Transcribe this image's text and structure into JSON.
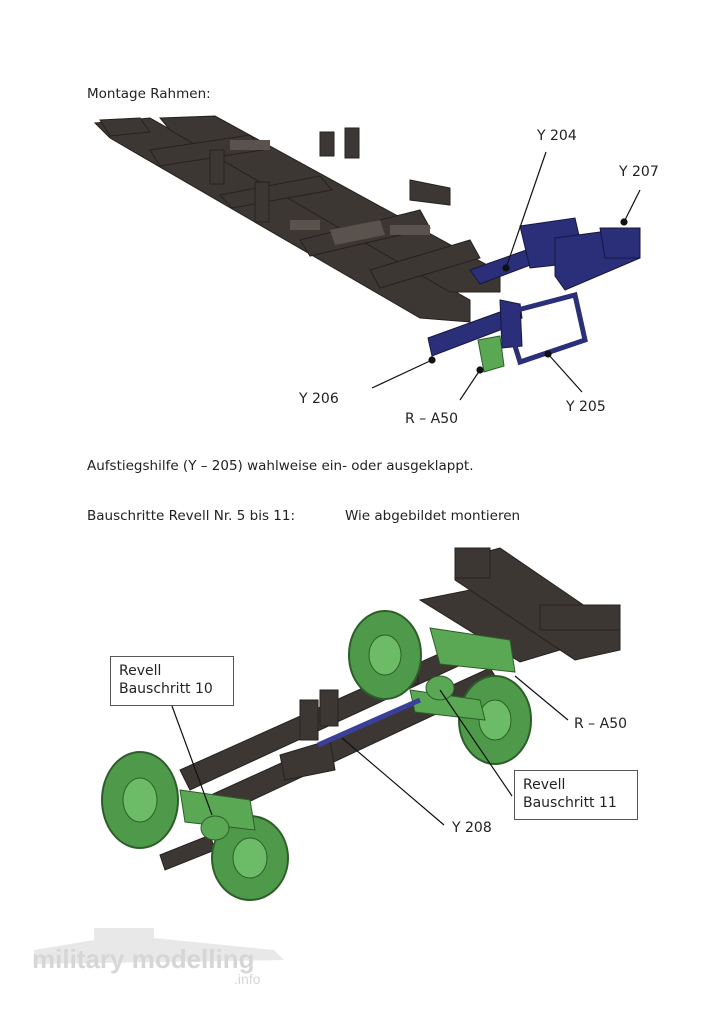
{
  "heading": "Montage Rahmen:",
  "figure1": {
    "labels": {
      "y204": "Y 204",
      "y207": "Y 207",
      "y206": "Y 206",
      "ra50": "R – A50",
      "y205": "Y 205"
    }
  },
  "note": "Aufstiegshilfe (Y – 205) wahlweise ein- oder ausgeklappt.",
  "steps_label": "Bauschritte Revell Nr. 5 bis 11:",
  "steps_instruction": "Wie abgebildet montieren",
  "figure2": {
    "box10": {
      "line1": "Revell",
      "line2": "Bauschritt 10"
    },
    "box11": {
      "line1": "Revell",
      "line2": "Bauschritt 11"
    },
    "labels": {
      "ra50": "R – A50",
      "y208": "Y 208"
    }
  },
  "watermark": {
    "text": "military modelling",
    "suffix": ".info"
  },
  "colors": {
    "frame": "#3d3734",
    "frame_light": "#5a524d",
    "part_blue": "#2b2f7a",
    "part_green": "#5aa854",
    "tire_dark": "#3f8a3c",
    "shaft_blue": "#3a3f9a"
  }
}
